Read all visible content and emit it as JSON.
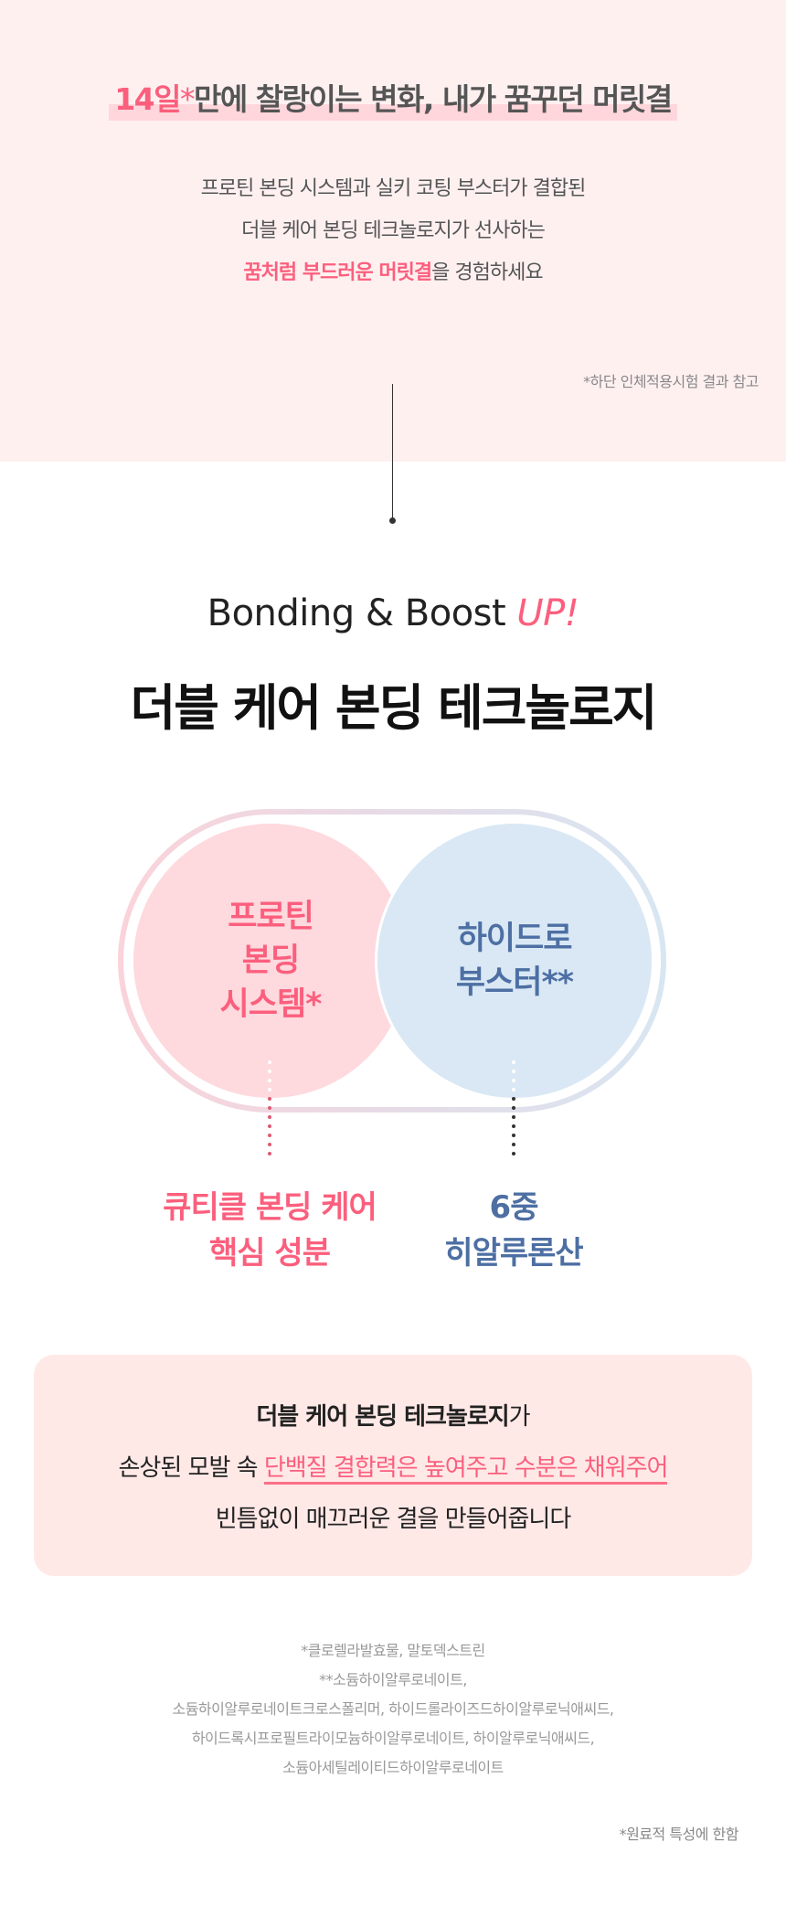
{
  "intro": {
    "headline_highlight": "14일",
    "headline_asterisk": "*",
    "headline_rest": "만에 찰랑이는 변화, 내가 꿈꾸던 머릿결",
    "lines": [
      "프로틴 본딩 시스템과 실키 코팅 부스터가 결합된",
      "더블 케어 본딩 테크놀로지가 선사하는"
    ],
    "line3_highlight": "꿈처럼 부드러운 머릿결",
    "line3_rest": "을 경험하세요",
    "note": "*하단 인체적용시험 결과 참고"
  },
  "section": {
    "subtitle": "Bonding & Boost ",
    "subtitle_accent": "UP!",
    "title": "더블 케어 본딩 테크놀로지"
  },
  "diagram": {
    "left_circle": [
      "프로틴",
      "본딩",
      "시스템*"
    ],
    "right_circle": [
      "하이드로",
      "부스터**"
    ],
    "left_label": [
      "큐티클 본딩 케어",
      "핵심 성분"
    ],
    "right_label": [
      "6중",
      "히알루론산"
    ]
  },
  "box": {
    "line1_bold": "더블 케어 본딩 테크놀로지",
    "line1_rest": "가",
    "line2_prefix": "손상된 모발 속 ",
    "line2_highlight": "단백질 결합력은 높여주고 수분은 채워주어",
    "line3": "빈틈없이 매끄러운 결을 만들어줍니다"
  },
  "footnotes": [
    "*클로렐라발효물, 말토덱스트린",
    "**소듐하이알루로네이트,",
    "소듐하이알루로네이트크로스폴리머, 하이드롤라이즈드하이알루로닉애씨드,",
    "하이드록시프로필트라이모늄하이알루로네이트, 하이알루로닉애씨드,",
    "소듐아세틸레이티드하이알루로네이트"
  ],
  "bottom_note": "*원료적 특성에 한함",
  "colors": {
    "accent_pink": "#fb5f7d",
    "accent_blue": "#4d6fa3",
    "bg_pink": "#fff0f0"
  }
}
